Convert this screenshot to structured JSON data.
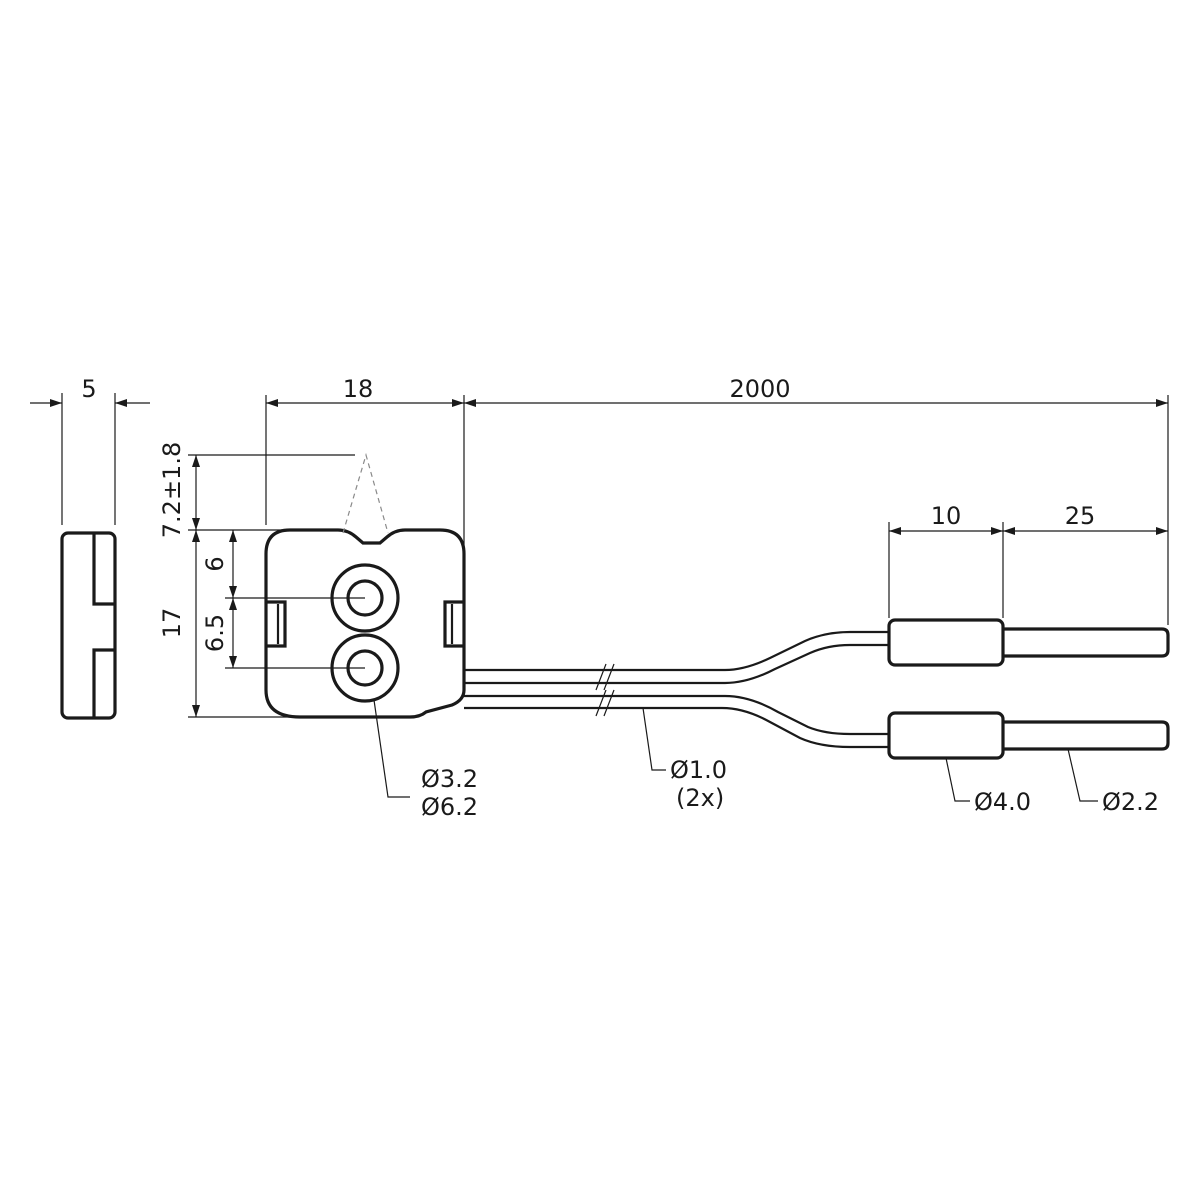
{
  "dimensions": {
    "side_width": "5",
    "body_width": "18",
    "cable_length": "2000",
    "tolerance_height": "7.2±1.8",
    "body_height": "17",
    "hole_upper": "6",
    "hole_pitch": "6.5",
    "sleeve_length": "10",
    "pin_length": "25"
  },
  "callouts": {
    "hole_inner": "Ø3.2",
    "hole_outer": "Ø6.2",
    "wire_diameter": "Ø1.0",
    "wire_count": "(2x)",
    "sleeve_diameter": "Ø4.0",
    "pin_diameter": "Ø2.2"
  }
}
